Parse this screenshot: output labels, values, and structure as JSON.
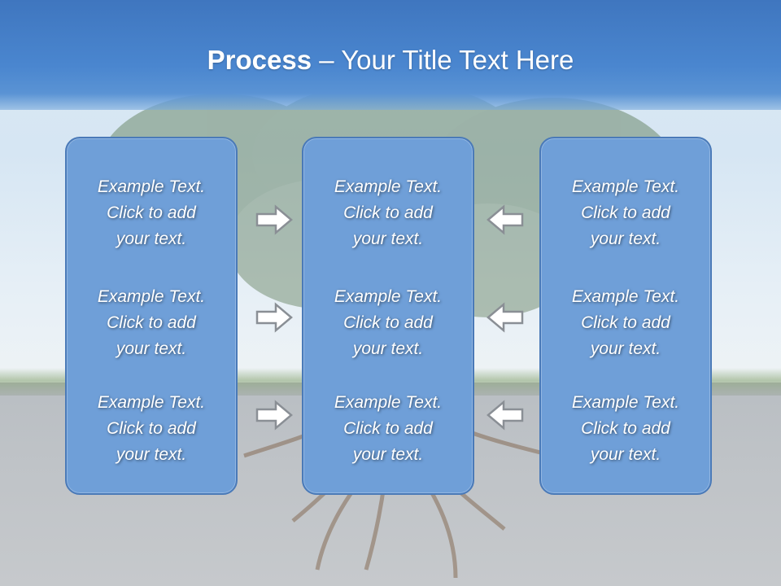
{
  "slide": {
    "title_bold": "Process",
    "title_rest": " – Your Title Text Here"
  },
  "columns": [
    {
      "items": [
        {
          "line1": "Example Text.",
          "line2": "Click  to add",
          "line3": "your text."
        },
        {
          "line1": "Example Text.",
          "line2": "Click  to add",
          "line3": "your text."
        },
        {
          "line1": "Example Text.",
          "line2": "Click  to add",
          "line3": "your text."
        }
      ]
    },
    {
      "items": [
        {
          "line1": "Example Text.",
          "line2": "Click  to add",
          "line3": "your text."
        },
        {
          "line1": "Example Text.",
          "line2": "Click  to add",
          "line3": "your text."
        },
        {
          "line1": "Example Text.",
          "line2": "Click  to add",
          "line3": "your text."
        }
      ]
    },
    {
      "items": [
        {
          "line1": "Example Text.",
          "line2": "Click  to add",
          "line3": "your text."
        },
        {
          "line1": "Example Text.",
          "line2": "Click  to add",
          "line3": "your text."
        },
        {
          "line1": "Example Text.",
          "line2": "Click  to add",
          "line3": "your text."
        }
      ]
    }
  ],
  "icons": {
    "left_arrows": "arrow-right-icon",
    "right_arrows": "arrow-left-icon"
  },
  "colors": {
    "header": "#4a86cf",
    "box_fill": "#6f9fd8",
    "box_border": "#4a7ab8",
    "arrow_fill": "#ffffff",
    "arrow_stroke": "#8a8f95"
  }
}
